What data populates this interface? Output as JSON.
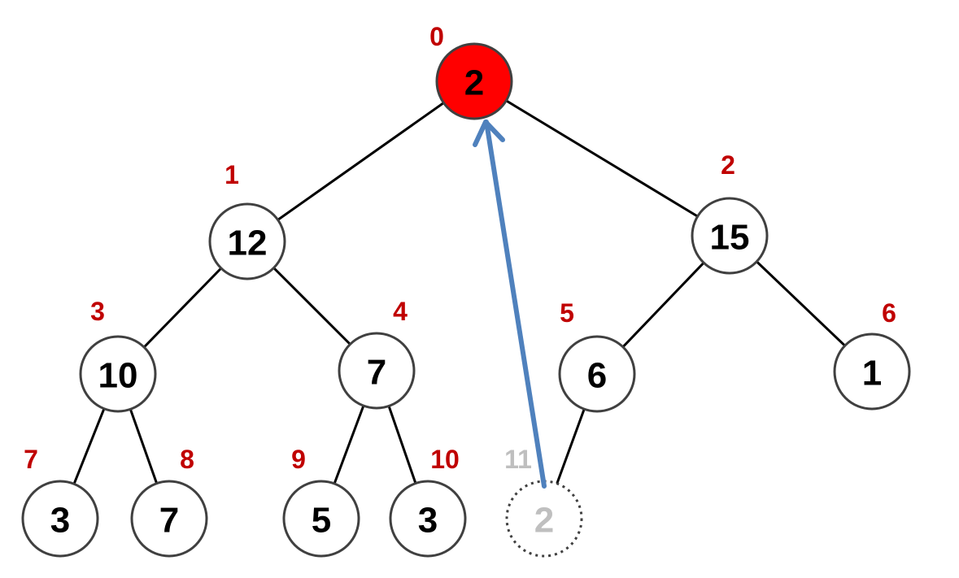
{
  "title": "Min-heap insertion: new element 2 at index 11 sifted up to root",
  "colors": {
    "root_fill": "#ff0000",
    "index_label": "#c00000",
    "ghost": "#bfbfbf",
    "arrow": "#4f81bd",
    "edge": "#000000",
    "node_stroke": "#404040"
  },
  "nodes": [
    {
      "index": "0",
      "value": "2",
      "state": "highlight"
    },
    {
      "index": "1",
      "value": "12",
      "state": "normal"
    },
    {
      "index": "2",
      "value": "15",
      "state": "normal"
    },
    {
      "index": "3",
      "value": "10",
      "state": "normal"
    },
    {
      "index": "4",
      "value": "7",
      "state": "normal"
    },
    {
      "index": "5",
      "value": "6",
      "state": "normal"
    },
    {
      "index": "6",
      "value": "1",
      "state": "normal"
    },
    {
      "index": "7",
      "value": "3",
      "state": "normal"
    },
    {
      "index": "8",
      "value": "7",
      "state": "normal"
    },
    {
      "index": "9",
      "value": "5",
      "state": "normal"
    },
    {
      "index": "10",
      "value": "3",
      "state": "normal"
    },
    {
      "index": "11",
      "value": "2",
      "state": "ghost"
    }
  ],
  "edges": [
    [
      0,
      1
    ],
    [
      0,
      2
    ],
    [
      1,
      3
    ],
    [
      1,
      4
    ],
    [
      2,
      5
    ],
    [
      2,
      6
    ],
    [
      3,
      7
    ],
    [
      3,
      8
    ],
    [
      4,
      9
    ],
    [
      4,
      10
    ],
    [
      5,
      11
    ]
  ],
  "arrow": {
    "from": 11,
    "to": 0
  }
}
